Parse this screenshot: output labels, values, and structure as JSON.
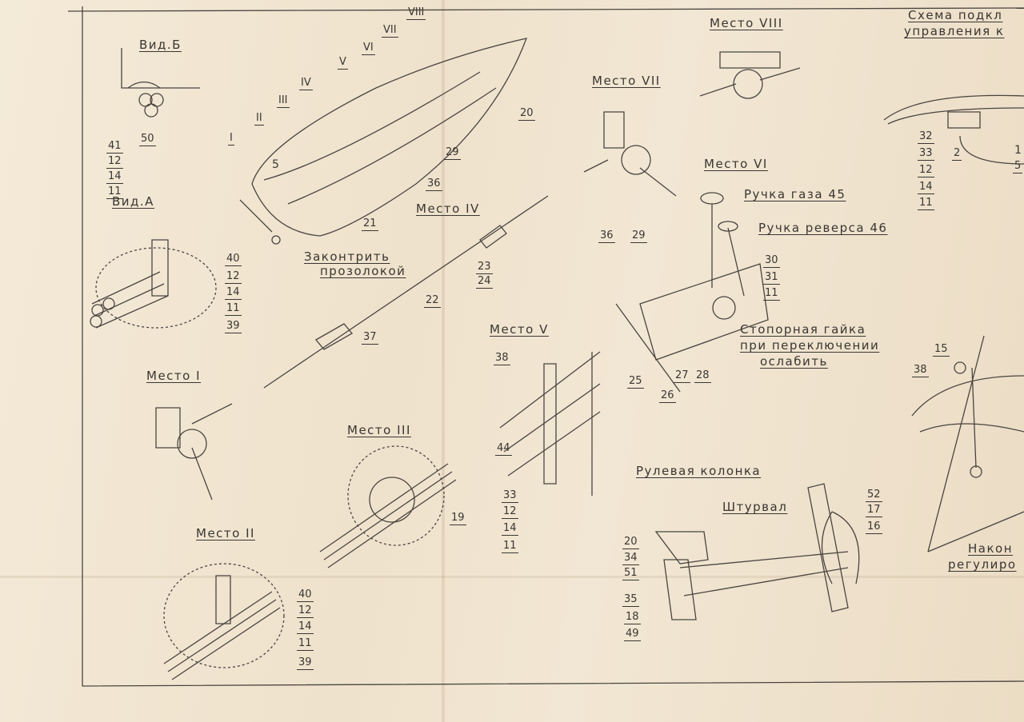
{
  "vid_b": {
    "title": "Вид.Б",
    "callouts": [
      "41",
      "12",
      "14",
      "11"
    ],
    "c50": "50"
  },
  "vid_a": {
    "title": "Вид.А",
    "callouts": [
      "40",
      "12",
      "14",
      "11",
      "39"
    ]
  },
  "boat": {
    "places": [
      "I",
      "II",
      "III",
      "IV",
      "V",
      "VI",
      "VII",
      "VIII"
    ],
    "c5": "5",
    "c20": "20",
    "c29": "29",
    "c36": "36",
    "c21": "21"
  },
  "mesto4": {
    "title": "Место IV",
    "note1": "Законтрить",
    "note2": "прозолокой",
    "c23": "23",
    "c24": "24",
    "c22": "22",
    "c37": "37"
  },
  "mesto1": {
    "title": "Место I"
  },
  "mesto3": {
    "title": "Место III",
    "c19": "19"
  },
  "mesto2": {
    "title": "Место II",
    "callouts": [
      "40",
      "12",
      "14",
      "11",
      "39"
    ]
  },
  "mesto5": {
    "title": "Место V",
    "c38": "38",
    "c44": "44",
    "callouts": [
      "33",
      "12",
      "14",
      "11"
    ]
  },
  "mesto7": {
    "title": "Место VII"
  },
  "mesto8": {
    "title": "Место VIII"
  },
  "mesto6": {
    "title": "Место VI",
    "gas": "Ручка газа 45",
    "reverse": "Ручка реверса 46",
    "c36": "36",
    "c29": "29",
    "callouts": [
      "30",
      "31",
      "11"
    ],
    "nut1": "Стопорная гайка",
    "nut2": "при переключении",
    "nut3": "ослабить",
    "c25": "25",
    "c26": "26",
    "c27": "27",
    "c28": "28"
  },
  "column": {
    "title": "Рулевая колонка",
    "wheel": "Штурвал",
    "right": [
      "52",
      "17",
      "16"
    ],
    "left": [
      "20",
      "34",
      "51",
      "35",
      "18",
      "49"
    ]
  },
  "scheme": {
    "title1": "Схема подкл",
    "title2": "управления к",
    "callouts": [
      "32",
      "33",
      "12",
      "14",
      "11"
    ],
    "c2": "2",
    "c1": "1",
    "c5": "5"
  },
  "tip": {
    "c15": "15",
    "c38": "38",
    "title1": "Након",
    "title2": "регулиро"
  }
}
